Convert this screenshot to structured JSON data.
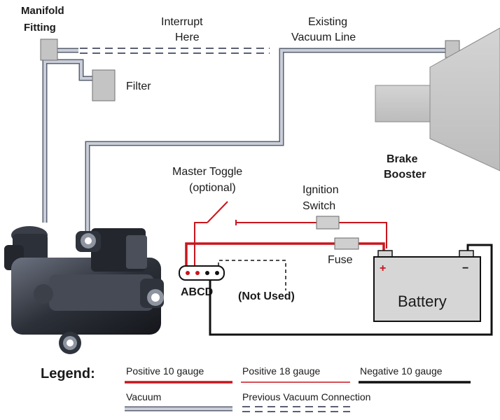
{
  "labels": {
    "manifold_fitting": [
      "Manifold",
      "Fitting"
    ],
    "interrupt_here": [
      "Interrupt",
      "Here"
    ],
    "existing_vacuum_line": [
      "Existing",
      "Vacuum Line"
    ],
    "filter": "Filter",
    "brake_booster": [
      "Brake",
      "Booster"
    ],
    "master_toggle": [
      "Master Toggle",
      "(optional)"
    ],
    "ignition_switch": [
      "Ignition",
      "Switch"
    ],
    "fuse": "Fuse",
    "connector_pins": "ABCD",
    "not_used": "(Not Used)",
    "battery": "Battery",
    "battery_positive": "+",
    "battery_negative": "−"
  },
  "legend": {
    "title": "Legend:",
    "items": [
      {
        "label": "Positive 10 gauge",
        "style": "red-thick"
      },
      {
        "label": "Positive 18 gauge",
        "style": "red-thin"
      },
      {
        "label": "Negative 10 gauge",
        "style": "black-thick"
      },
      {
        "label": "Vacuum",
        "style": "vacuum-double"
      },
      {
        "label": "Previous Vacuum Connection",
        "style": "dashed-double"
      }
    ]
  },
  "colors": {
    "positive_wire": "#c8161d",
    "negative_wire": "#111111",
    "vacuum_line_fill": "#c9ced8",
    "vacuum_line_edge": "#5a6072",
    "component_gray": "#c4c4c4",
    "battery_body": "#d6d6d6",
    "pump_dark": "#2c3038"
  }
}
